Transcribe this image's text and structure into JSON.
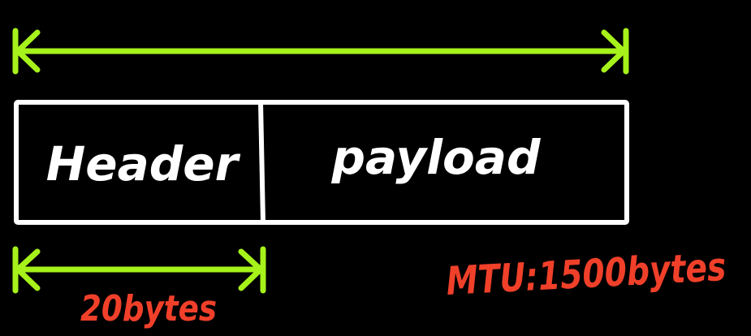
{
  "diagram": {
    "header_label": "Header",
    "payload_label": "payload",
    "mtu_label": "MTU:1500bytes",
    "header_size_label": "20bytes",
    "colors": {
      "background": "#000000",
      "box_stroke": "#ffffff",
      "label_text": "#ffffff",
      "arrow": "#a6f21a",
      "annotation": "#f0402a"
    }
  }
}
